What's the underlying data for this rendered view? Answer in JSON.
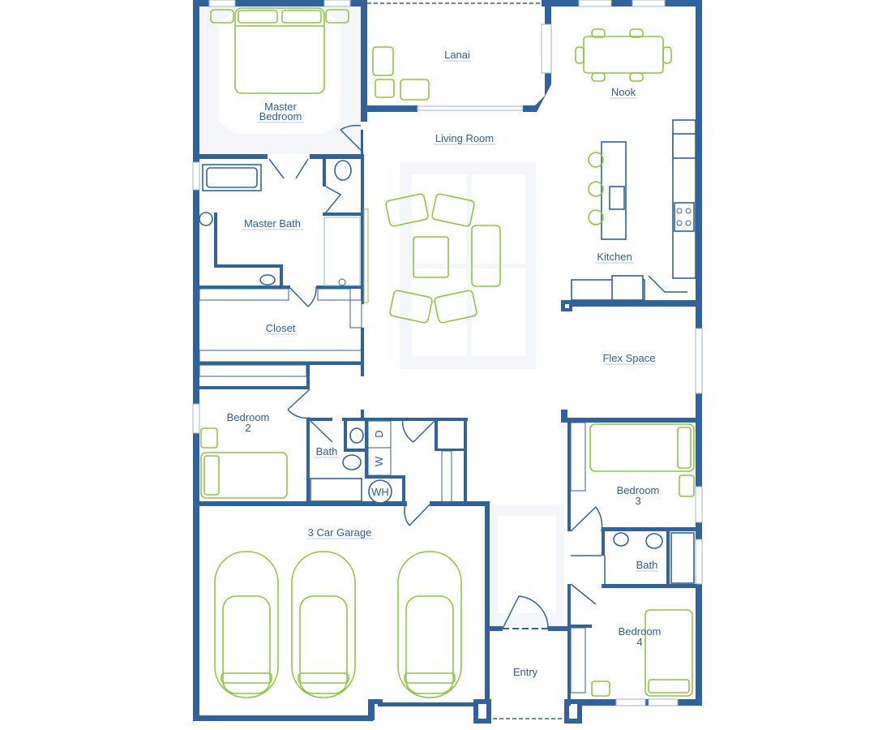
{
  "title": "Floor Plan",
  "colors": {
    "wall": "#2f6399",
    "furniture": "#8dc63f",
    "label": "#2f5e96",
    "rug": "#f4f6fa"
  },
  "rooms": {
    "master_bedroom": [
      "Master",
      "Bedroom"
    ],
    "lanai": "Lanai",
    "nook": "Nook",
    "living_room": "Living Room",
    "master_bath": "Master Bath",
    "kitchen": "Kitchen",
    "closet": "Closet",
    "flex_space": "Flex Space",
    "bedroom2": [
      "Bedroom",
      "2"
    ],
    "bath1": "Bath",
    "bedroom3": [
      "Bedroom",
      "3"
    ],
    "garage": "3 Car Garage",
    "bath2": "Bath",
    "bedroom4": [
      "Bedroom",
      "4"
    ],
    "entry": "Entry"
  },
  "fixtures": {
    "water_heater": "WH",
    "dryer": "D",
    "washer": "W"
  }
}
